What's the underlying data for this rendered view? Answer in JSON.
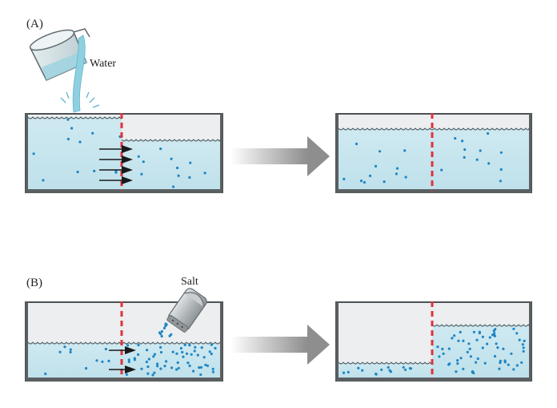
{
  "panels": [
    {
      "label": "(A)",
      "agent_label": "Water"
    },
    {
      "label": "(B)",
      "agent_label": "Salt"
    }
  ],
  "colors": {
    "water": "#c6e6ef",
    "water_edge": "#9ccddc",
    "tank_wall": "#4d5154",
    "tank_inner": "#eceeef",
    "dot": "#1f86c4",
    "barrier": "#e0323c",
    "arrow": "#1a1a1a",
    "process_arrow": "#9a9a9a",
    "pour_water": "#8fd0e0",
    "beaker": "#c9d8dc",
    "shaker": "#b9bdc0"
  },
  "icons": [
    "beaker-icon",
    "salt-shaker-icon",
    "process-arrow-icon",
    "flow-arrow-icon"
  ]
}
